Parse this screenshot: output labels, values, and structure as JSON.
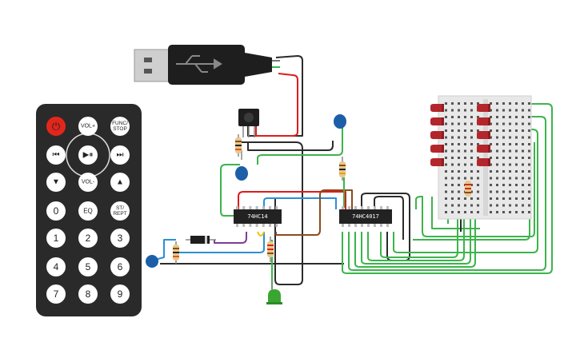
{
  "circuit": {
    "chips": [
      {
        "id": "u1",
        "label": "74HC14"
      },
      {
        "id": "u2",
        "label": "74HC4017"
      }
    ],
    "led_count": 10
  },
  "remote": {
    "rows": [
      [
        {
          "label": "⏻",
          "type": "power"
        },
        {
          "label": "VOL+",
          "type": "text"
        },
        {
          "label": "FUNC/\nSTOP",
          "type": "text"
        }
      ],
      [
        {
          "label": "⏮",
          "type": "icon",
          "icon": "prev-icon"
        },
        {
          "label": "▶⏸",
          "type": "icon",
          "icon": "play-pause-icon"
        },
        {
          "label": "⏭",
          "type": "icon",
          "icon": "next-icon"
        }
      ],
      [
        {
          "label": "▼",
          "type": "icon",
          "icon": "down-icon"
        },
        {
          "label": "VOL-",
          "type": "text"
        },
        {
          "label": "▲",
          "type": "icon",
          "icon": "up-icon"
        }
      ],
      [
        {
          "label": "0",
          "type": "num"
        },
        {
          "label": "EQ",
          "type": "text"
        },
        {
          "label": "ST/\nREPT",
          "type": "text"
        }
      ],
      [
        {
          "label": "1",
          "type": "num"
        },
        {
          "label": "2",
          "type": "num"
        },
        {
          "label": "3",
          "type": "num"
        }
      ],
      [
        {
          "label": "4",
          "type": "num"
        },
        {
          "label": "5",
          "type": "num"
        },
        {
          "label": "6",
          "type": "num"
        }
      ],
      [
        {
          "label": "7",
          "type": "num"
        },
        {
          "label": "8",
          "type": "num"
        },
        {
          "label": "9",
          "type": "num"
        }
      ]
    ]
  },
  "colors": {
    "wire_black": "#2b2b2b",
    "wire_red": "#e01b1b",
    "wire_green": "#3cb44b",
    "wire_blue": "#2b8fd6",
    "wire_brown": "#8b4a1c",
    "wire_purple": "#7d3c98",
    "wire_yellow": "#f2c200",
    "wire_orange": "#f08a00",
    "led_red": "#b3262b",
    "led_green": "#3aa632",
    "cap_blue": "#1c5fa8",
    "chip_body": "#222222",
    "remote_body": "#2a2a2a",
    "power_button": "#e3261c"
  }
}
